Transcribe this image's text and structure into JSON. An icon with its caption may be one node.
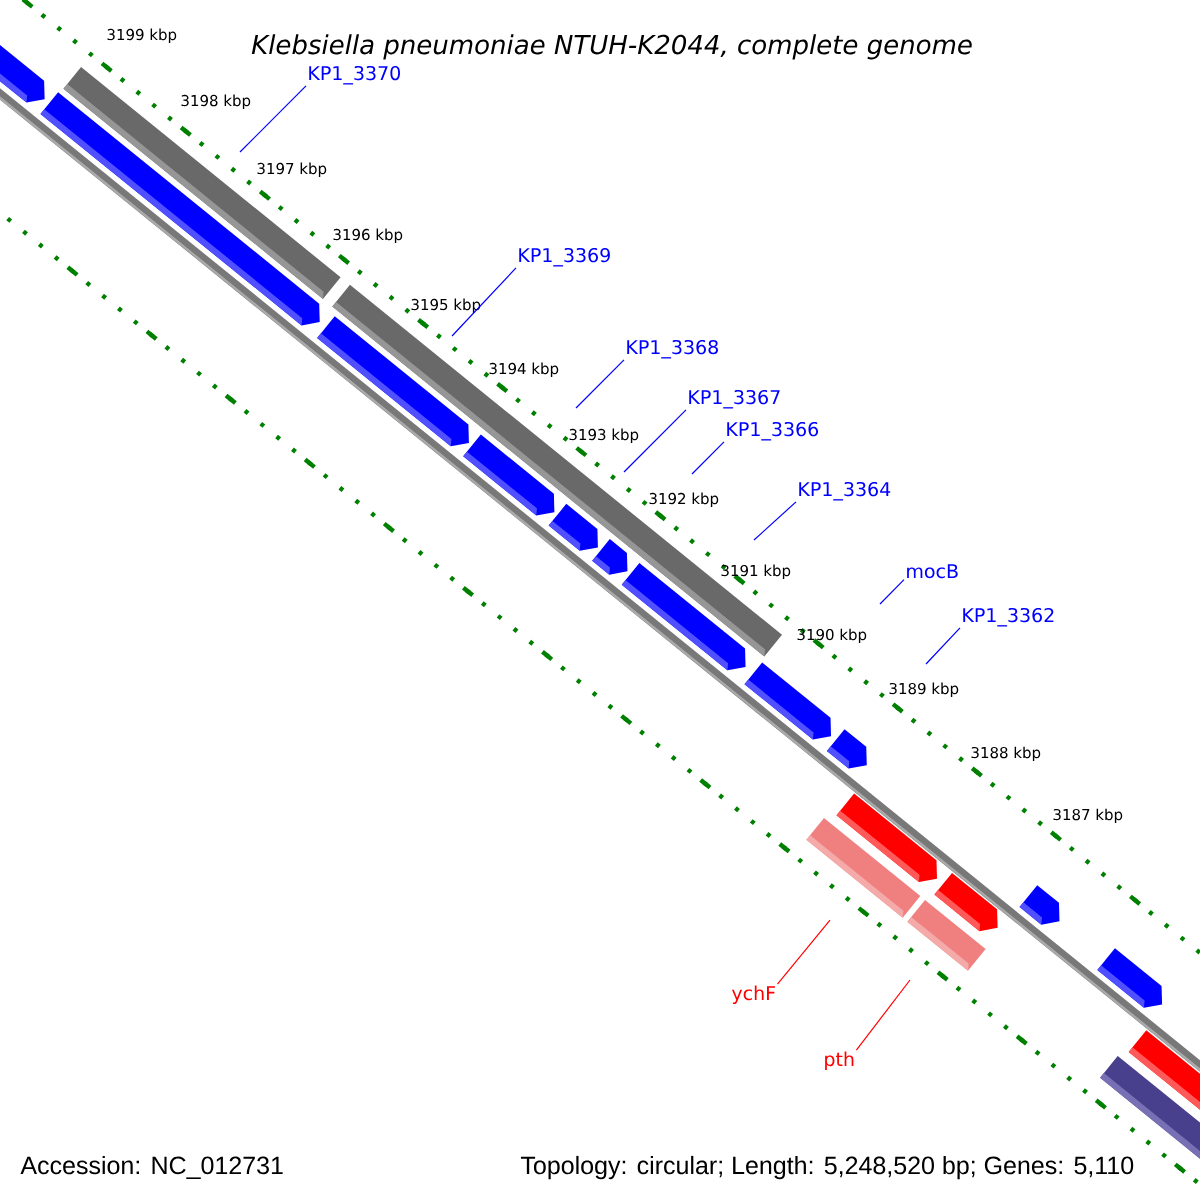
{
  "diagram": {
    "title": "Klebsiella pneumoniae NTUH-K2044, complete genome",
    "nodes": [
      {
        "text": [
          "KP1_3370"
        ]
      },
      {
        "text": [
          "KP1_3369"
        ]
      },
      {
        "text": [
          "KP1_3368"
        ]
      },
      {
        "text": [
          "KP1_3367"
        ]
      },
      {
        "text": [
          "KP1_3366"
        ]
      },
      {
        "text": [
          "KP1_3364"
        ]
      },
      {
        "text": [
          "mocB"
        ]
      },
      {
        "text": [
          "KP1_3362"
        ]
      },
      {
        "text": [
          "ychF"
        ]
      },
      {
        "text": [
          "pth"
        ]
      }
    ],
    "edges": [
      {
        "from": 0,
        "to": null,
        "arrow": "none"
      },
      {
        "from": 1,
        "to": null,
        "arrow": "none"
      },
      {
        "from": 2,
        "to": null,
        "arrow": "none"
      },
      {
        "from": 3,
        "to": null,
        "arrow": "none"
      },
      {
        "from": 4,
        "to": null,
        "arrow": "none"
      },
      {
        "from": 5,
        "to": null,
        "arrow": "none"
      },
      {
        "from": 6,
        "to": null,
        "arrow": "none"
      },
      {
        "from": 7,
        "to": null,
        "arrow": "none"
      },
      {
        "from": 8,
        "to": null,
        "arrow": "none",
        "color": "#ff0000"
      },
      {
        "from": 9,
        "to": null,
        "arrow": "none",
        "color": "#ff0000"
      }
    ],
    "labels": [
      "3199 kbp",
      "3198 kbp",
      "3197 kbp",
      "3196 kbp",
      "3195 kbp",
      "3194 kbp",
      "3193 kbp",
      "3192 kbp",
      "3191 kbp",
      "3190 kbp",
      "3189 kbp",
      "3188 kbp",
      "3187 kbp",
      "Accession: NC_012731",
      "Topology: circular; Length: 5,248,520 bp; Genes: 5,110"
    ]
  }
}
